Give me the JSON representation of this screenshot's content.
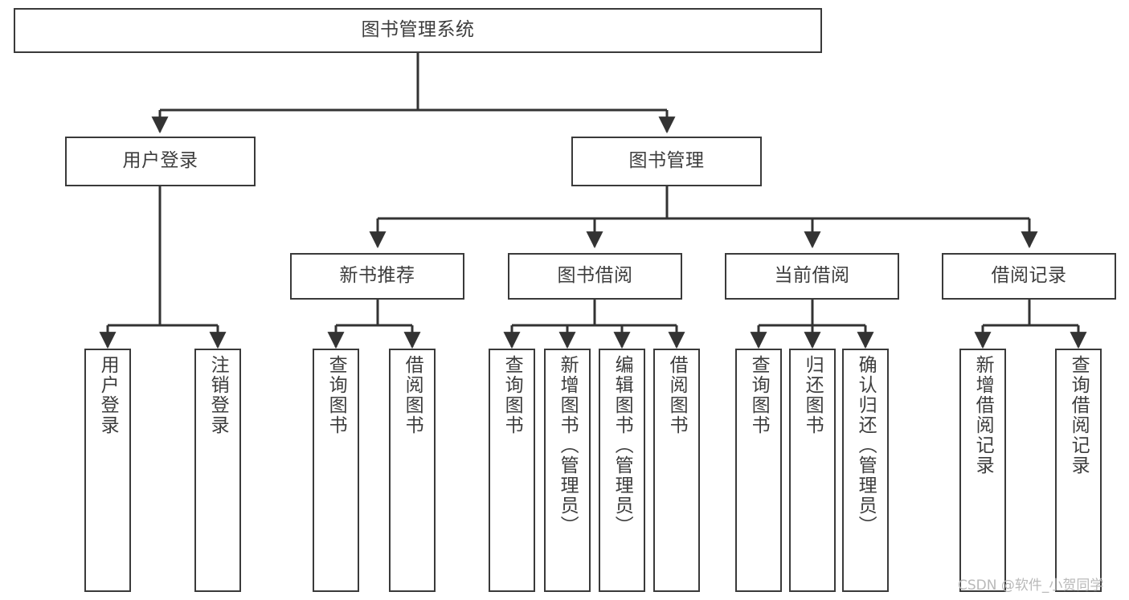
{
  "diagram": {
    "type": "tree-hierarchy",
    "title": "图书管理系统",
    "root": {
      "label": "图书管理系统"
    },
    "level1": [
      {
        "label": "用户登录"
      },
      {
        "label": "图书管理"
      }
    ],
    "level2": [
      {
        "label": "新书推荐"
      },
      {
        "label": "图书借阅"
      },
      {
        "label": "当前借阅"
      },
      {
        "label": "借阅记录"
      }
    ],
    "leaves": {
      "user_login": [
        {
          "label": "用户登录"
        },
        {
          "label": "注销登录"
        }
      ],
      "new_book_recommend": [
        {
          "label": "查询图书"
        },
        {
          "label": "借阅图书"
        }
      ],
      "book_borrow": [
        {
          "label": "查询图书"
        },
        {
          "label": "新增图书（管理员）"
        },
        {
          "label": "编辑图书（管理员）"
        },
        {
          "label": "借阅图书"
        }
      ],
      "current_borrow": [
        {
          "label": "查询图书"
        },
        {
          "label": "归还图书"
        },
        {
          "label": "确认归还（管理员）"
        }
      ],
      "borrow_record": [
        {
          "label": "新增借阅记录"
        },
        {
          "label": "查询借阅记录"
        }
      ]
    }
  },
  "watermark": {
    "text": "CSDN @软件_小贺同学"
  },
  "colors": {
    "box_border": "#3a3a3a",
    "box_fill": "#ffffff",
    "connector": "#333333",
    "text": "#3d3d3d",
    "watermark": "#b9b9b9",
    "background": "#ffffff"
  }
}
